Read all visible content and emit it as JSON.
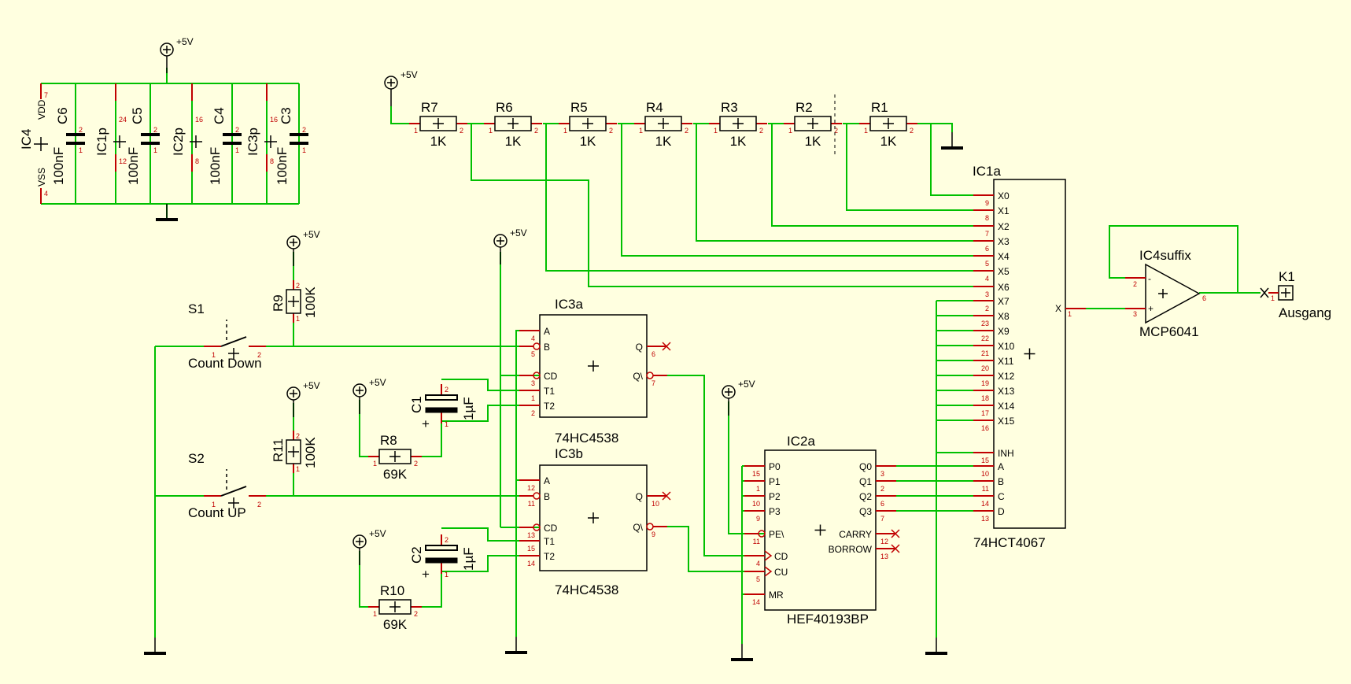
{
  "colors": {
    "background": "#ffffe0",
    "wire": "#00c000",
    "pin": "#c00000",
    "body": "#000000"
  },
  "supply": {
    "vcc": "+5V"
  },
  "components": {
    "ic1a": {
      "ref": "IC1a",
      "type": "74HCT4067",
      "pins_left": [
        [
          "X0",
          "9"
        ],
        [
          "X1",
          "8"
        ],
        [
          "X2",
          "7"
        ],
        [
          "X3",
          "6"
        ],
        [
          "X4",
          "5"
        ],
        [
          "X5",
          "4"
        ],
        [
          "X6",
          "3"
        ],
        [
          "X7",
          "2"
        ],
        [
          "X8",
          "23"
        ],
        [
          "X9",
          "22"
        ],
        [
          "X10",
          "21"
        ],
        [
          "X11",
          "20"
        ],
        [
          "X12",
          "19"
        ],
        [
          "X13",
          "18"
        ],
        [
          "X14",
          "17"
        ],
        [
          "X15",
          "16"
        ],
        [
          "INH",
          "15"
        ],
        [
          "A",
          "10"
        ],
        [
          "B",
          "11"
        ],
        [
          "C",
          "14"
        ],
        [
          "D",
          "13"
        ]
      ],
      "out_label": "X",
      "out_pin": "1"
    },
    "ic2a": {
      "ref": "IC2a",
      "type": "HEF40193BP",
      "pins_left": [
        [
          "P0",
          "15"
        ],
        [
          "P1",
          "1"
        ],
        [
          "P2",
          "10"
        ],
        [
          "P3",
          "9"
        ],
        [
          "PE\\",
          "11"
        ],
        [
          "CD",
          "4"
        ],
        [
          "CU",
          "5"
        ],
        [
          "MR",
          "14"
        ]
      ],
      "pins_right": [
        [
          "Q0",
          "3"
        ],
        [
          "Q1",
          "2"
        ],
        [
          "Q2",
          "6"
        ],
        [
          "Q3",
          "7"
        ],
        [
          "CARRY",
          "12"
        ],
        [
          "BORROW",
          "13"
        ]
      ]
    },
    "ic3a": {
      "ref": "IC3a",
      "type": "74HC4538",
      "pins_left": [
        [
          "A",
          "4"
        ],
        [
          "B",
          "5"
        ],
        [
          "CD",
          "3"
        ],
        [
          "T1",
          "1"
        ],
        [
          "T2",
          "2"
        ]
      ],
      "pins_right": [
        [
          "Q",
          "6"
        ],
        [
          "Q\\",
          "7"
        ]
      ]
    },
    "ic3b": {
      "ref": "IC3b",
      "type": "74HC4538",
      "pins_left": [
        [
          "A",
          "12"
        ],
        [
          "B",
          "11"
        ],
        [
          "CD",
          "13"
        ],
        [
          "T1",
          "15"
        ],
        [
          "T2",
          "14"
        ]
      ],
      "pins_right": [
        [
          "Q",
          "10"
        ],
        [
          "Q\\",
          "9"
        ]
      ]
    },
    "ic4suffix": {
      "ref": "IC4suffix",
      "type": "MCP6041",
      "pin_minus": "2",
      "pin_plus": "3",
      "pin_out": "6"
    },
    "k1": {
      "ref": "K1",
      "label": "Ausgang",
      "pin": "1"
    },
    "ladder": {
      "refs": [
        "R7",
        "R6",
        "R5",
        "R4",
        "R3",
        "R2",
        "R1"
      ],
      "value": "1K"
    },
    "r9": {
      "ref": "R9",
      "value": "100K"
    },
    "r11": {
      "ref": "R11",
      "value": "100K"
    },
    "r8": {
      "ref": "R8",
      "value": "69K"
    },
    "r10": {
      "ref": "R10",
      "value": "69K"
    },
    "c1": {
      "ref": "C1",
      "value": "1µF"
    },
    "c2": {
      "ref": "C2",
      "value": "1µF"
    },
    "s1": {
      "ref": "S1",
      "label": "Count Down"
    },
    "s2": {
      "ref": "S2",
      "label": "Count UP"
    },
    "power_block": {
      "ic4": {
        "ref": "IC4",
        "vdd": "VDD",
        "vss": "VSS",
        "vdd_pin": "7",
        "vss_pin": "4"
      },
      "caps": [
        {
          "ref": "C6",
          "value": "100nF"
        },
        {
          "ref": "C5",
          "value": "100nF"
        },
        {
          "ref": "C4",
          "value": "100nF"
        },
        {
          "ref": "C3",
          "value": "100nF"
        }
      ],
      "sups": [
        {
          "ref": "IC1p",
          "pin_top": "24",
          "pin_bot": "12"
        },
        {
          "ref": "IC2p",
          "pin_top": "16",
          "pin_bot": "8"
        },
        {
          "ref": "IC3p",
          "pin_top": "16",
          "pin_bot": "8"
        }
      ]
    }
  }
}
